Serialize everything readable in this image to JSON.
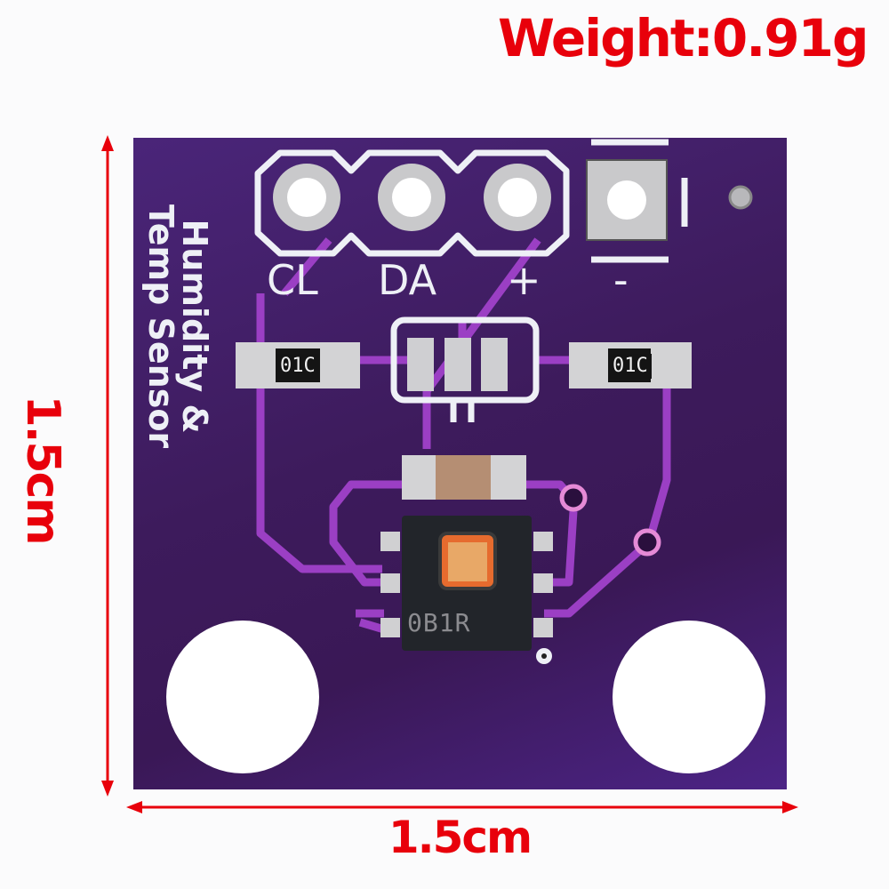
{
  "annotations": {
    "weight": "Weight:0.91g",
    "height_dimension": "1.5cm",
    "width_dimension": "1.5cm",
    "annotation_color": "#e8000b"
  },
  "board": {
    "color": "#3d1b5c",
    "trace_color": "#9b3fc4",
    "silkscreen_title_line1": "Humidity &",
    "silkscreen_title_line2": "Temp Sensor",
    "pins": [
      {
        "label": "CL"
      },
      {
        "label": "DA"
      },
      {
        "label": "+"
      },
      {
        "label": "-"
      }
    ],
    "resistor_left_marking": "01C",
    "resistor_right_marking": "01C",
    "sensor_chip_marking": "0B1R"
  }
}
